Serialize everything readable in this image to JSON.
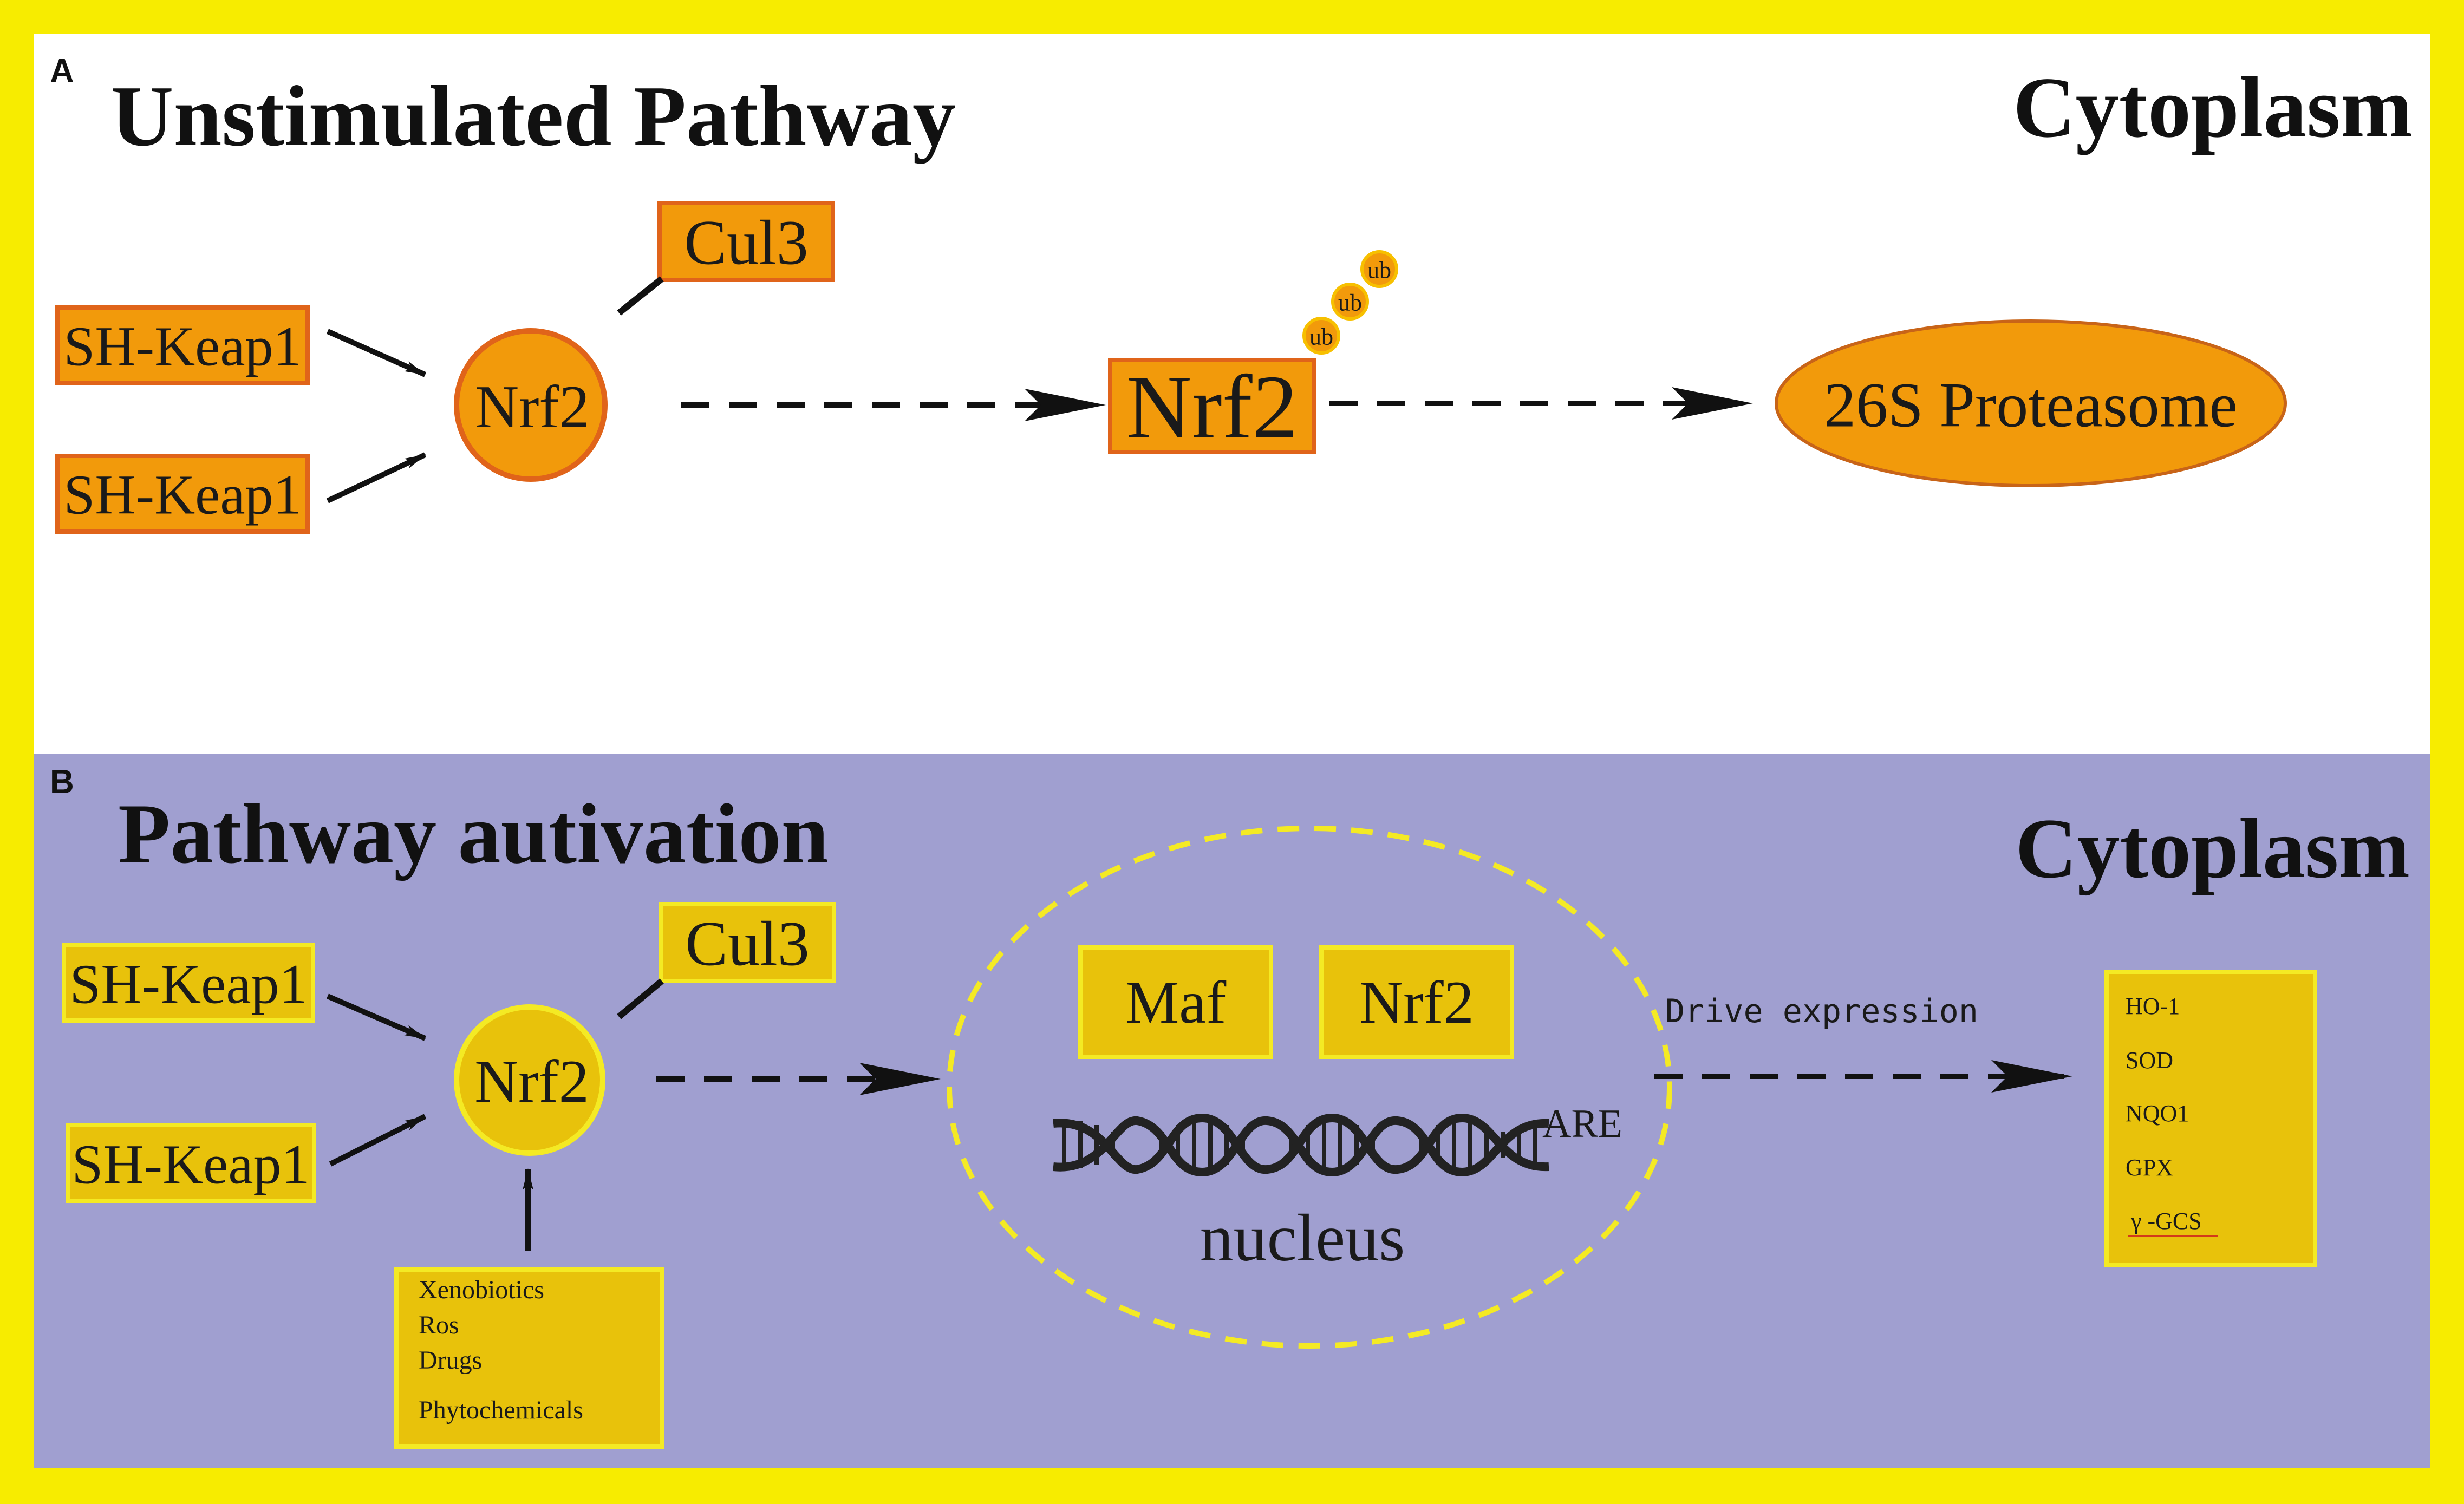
{
  "colors": {
    "frame": "#f7ec00",
    "panel_b_bg": "#a09fd0",
    "orange_fill": "#f29a0b",
    "orange_stroke": "#e0641a",
    "yellow_fill": "#e8c20b",
    "yellow_stroke": "#f4ea24",
    "arrow": "#111111"
  },
  "panel_a": {
    "letter": "A",
    "title": "Unstimulated Pathway",
    "location": "Cytoplasm",
    "keap1_top": "SH-Keap1",
    "keap1_bottom": "SH-Keap1",
    "cul3": "Cul3",
    "nrf2_circle": "Nrf2",
    "nrf2_box": "Nrf2",
    "ubiquitin": [
      "ub",
      "ub",
      "ub"
    ],
    "proteasome": "26S Proteasome"
  },
  "panel_b": {
    "letter": "B",
    "title": "Pathway autivation",
    "location": "Cytoplasm",
    "keap1_top": "SH-Keap1",
    "keap1_bottom": "SH-Keap1",
    "cul3": "Cul3",
    "nrf2_circle": "Nrf2",
    "stimuli": [
      "Xenobiotics",
      "Ros",
      "Drugs",
      "Phytochemicals"
    ],
    "maf": "Maf",
    "nrf2_nuclear": "Nrf2",
    "are": "ARE",
    "nucleus": "nucleus",
    "drive_label": "Drive expression",
    "genes": [
      "HO-1",
      "SOD",
      "NQO1",
      "GPX",
      "γ -GCS"
    ]
  }
}
